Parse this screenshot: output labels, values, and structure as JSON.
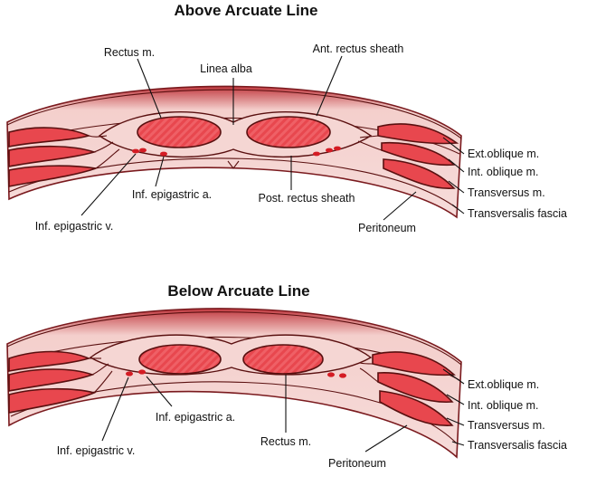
{
  "above": {
    "title": "Above Arcuate Line",
    "labels": {
      "rectus": "Rectus m.",
      "linea_alba": "Linea alba",
      "ant_rectus_sheath": "Ant. rectus sheath",
      "ext_oblique": "Ext.oblique m.",
      "int_oblique": "Int. oblique m.",
      "transversus": "Transversus m.",
      "transversalis": "Transversalis fascia",
      "inf_epigastric_a": "Inf. epigastric a.",
      "post_rectus_sheath": "Post. rectus sheath",
      "inf_epigastric_v": "Inf. epigastric v.",
      "peritoneum": "Peritoneum"
    }
  },
  "below": {
    "title": "Below Arcuate Line",
    "labels": {
      "ext_oblique": "Ext.oblique m.",
      "int_oblique": "Int. oblique m.",
      "transversus": "Transversus m.",
      "transversalis": "Transversalis fascia",
      "inf_epigastric_a": "Inf. epigastric a.",
      "inf_epigastric_v": "Inf. epigastric v.",
      "rectus": "Rectus m.",
      "peritoneum": "Peritoneum"
    }
  },
  "colors": {
    "skin": "#f2c9c6",
    "skin_edge": "#b8323a",
    "muscle": "#e8474e",
    "muscle_dark": "#c0262d",
    "outline": "#5a1010",
    "vessel": "#d41c24"
  }
}
